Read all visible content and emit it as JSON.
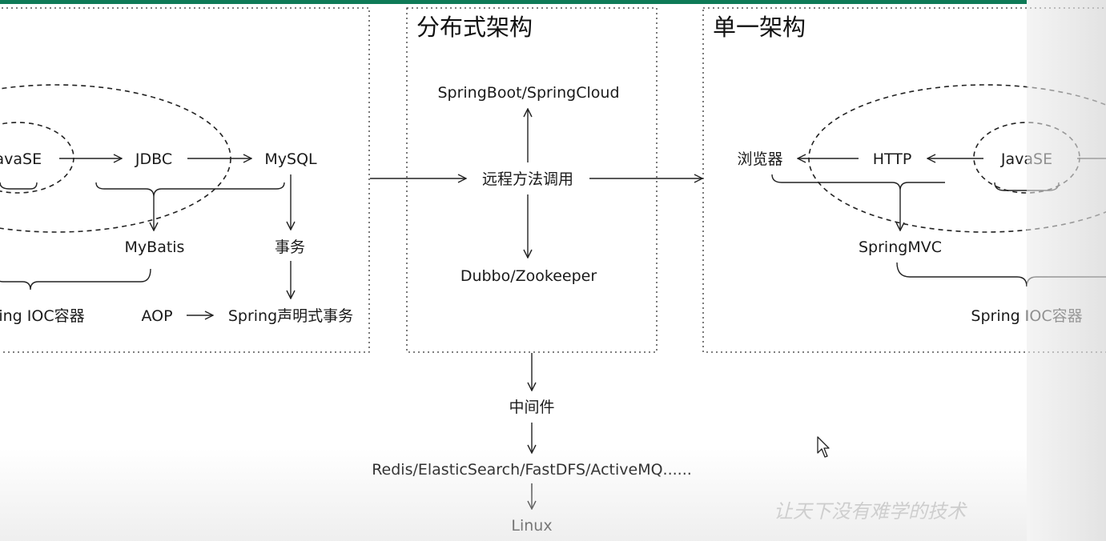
{
  "sections": {
    "distributed_title": "分布式架构",
    "monolithic_title": "单一架构"
  },
  "left_panel": {
    "javase": "JavaSE",
    "jdbc": "JDBC",
    "mysql": "MySQL",
    "mybatis": "MyBatis",
    "transaction": "事务",
    "spring_ioc": "Spring IOC容器",
    "aop": "AOP",
    "spring_declarative_tx": "Spring声明式事务"
  },
  "center_panel": {
    "springboot_cloud": "SpringBoot/SpringCloud",
    "rpc": "远程方法调用",
    "dubbo_zookeeper": "Dubbo/Zookeeper"
  },
  "right_panel": {
    "browser": "浏览器",
    "http": "HTTP",
    "javase": "JavaSE",
    "springmvc": "SpringMVC",
    "spring_ioc": "Spring IOC容器"
  },
  "bottom": {
    "middleware": "中间件",
    "middleware_list": "Redis/ElasticSearch/FastDFS/ActiveMQ......",
    "linux": "Linux"
  },
  "watermark": "让天下没有难学的技术",
  "colors": {
    "top_bar": "#0f7a57",
    "line": "#222222",
    "text": "#1a1a1a"
  },
  "icons": {
    "cursor": "mouse-pointer-icon"
  }
}
